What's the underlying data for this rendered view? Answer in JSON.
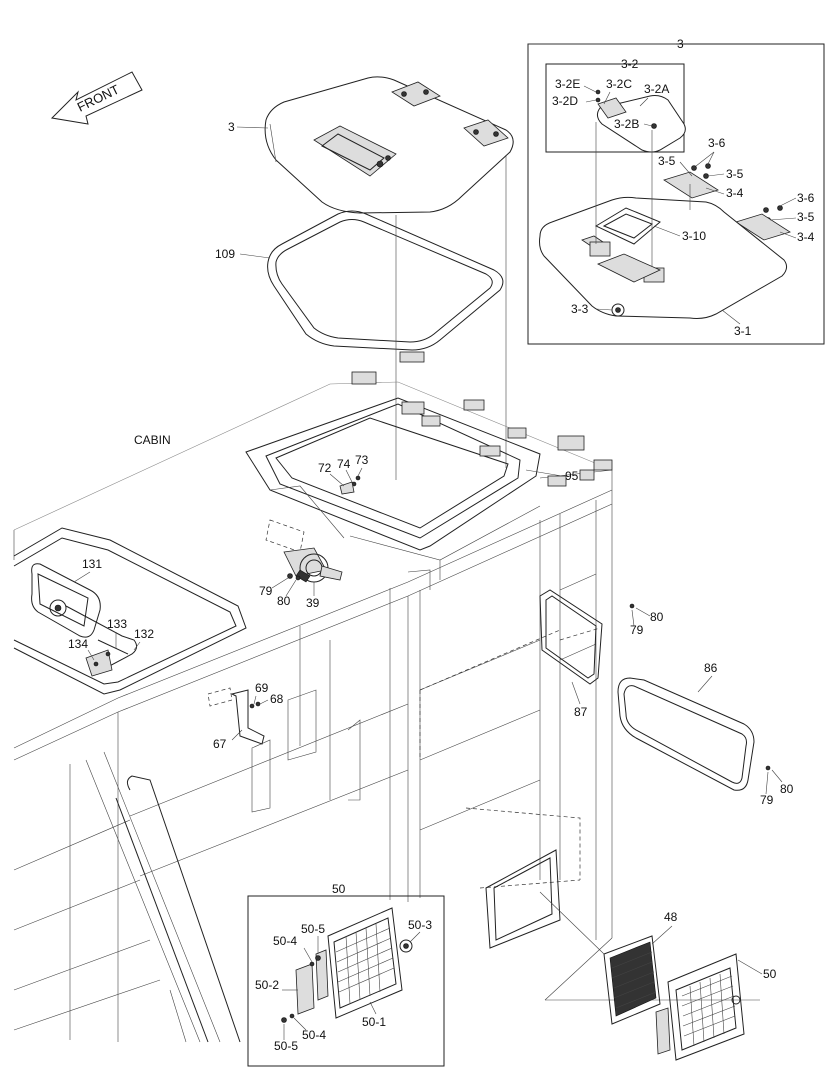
{
  "labels": {
    "front": "FRONT",
    "cabin": "CABIN",
    "kit_3": "3",
    "top_3": "3",
    "l_3_2": "3-2",
    "l_3_2E": "3-2E",
    "l_3_2C": "3-2C",
    "l_3_2A": "3-2A",
    "l_3_2D": "3-2D",
    "l_3_2B": "3-2B",
    "l_3_6a": "3-6",
    "l_3_5a": "3-5",
    "l_3_5b": "3-5",
    "l_3_4a": "3-4",
    "l_3_6b": "3-6",
    "l_3_5c": "3-5",
    "l_3_4b": "3-4",
    "l_3_10": "3-10",
    "l_3_3": "3-3",
    "l_3_1": "3-1",
    "l_109": "109",
    "l_95": "95",
    "l_72": "72",
    "l_74": "74",
    "l_73": "73",
    "l_131": "131",
    "l_133": "133",
    "l_132": "132",
    "l_134": "134",
    "l_79a": "79",
    "l_80a": "80",
    "l_39": "39",
    "l_69": "69",
    "l_68": "68",
    "l_67": "67",
    "l_80b": "80",
    "l_79b": "79",
    "l_87": "87",
    "l_86": "86",
    "l_79c": "79",
    "l_80c": "80",
    "l_48": "48",
    "l_50main": "50",
    "l_50box": "50",
    "l_50_5a": "50-5",
    "l_50_3": "50-3",
    "l_50_4a": "50-4",
    "l_50_2": "50-2",
    "l_50_1": "50-1",
    "l_50_4b": "50-4",
    "l_50_5b": "50-5"
  }
}
